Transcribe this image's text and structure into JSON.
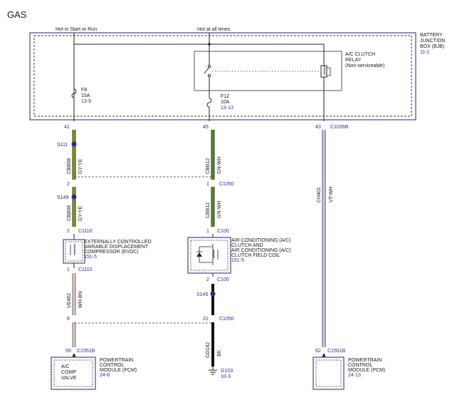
{
  "title": "GAS",
  "supply": {
    "hot_start_run": "Hot in Start or Run",
    "hot_all_times": "Hot at all times"
  },
  "bjb": {
    "line1": "BATTERY",
    "line2": "JUNCTION",
    "line3": "BOX (BJB)",
    "ref": "11-1"
  },
  "relay": {
    "line1": "A/C CLUTCH",
    "line2": "RELAY",
    "line3": "(Non-serviceable)"
  },
  "fuse_f8": {
    "name": "F8",
    "rating": "15A",
    "ref": "13-9"
  },
  "fuse_f12": {
    "name": "F12",
    "rating": "10A",
    "ref": "13-13"
  },
  "pins": {
    "p41": "41",
    "p45": "45",
    "p43": "43",
    "c1035b": "C1035B",
    "p2a": "2",
    "p1a": "1",
    "c1050a": "C1050",
    "p2b": "2",
    "c1110a": "C1110",
    "p1b": "1",
    "c100a": "C100",
    "p1c": "1",
    "c1110b": "C1110",
    "p2c": "2",
    "c100b": "C100",
    "p6": "6",
    "p21": "21",
    "c1050b": "C1050",
    "p59": "59",
    "c1551b_a": "C1551B",
    "p62": "62",
    "c1551b_b": "C1551B"
  },
  "splices": {
    "s111": "S111",
    "s149": "S149",
    "s145": "S145"
  },
  "wires": {
    "w1_circuit": "CBB08",
    "w1_color": "GY-YE",
    "w2_circuit": "CBB08",
    "w2_color": "GY-YE",
    "w3_circuit": "CBB12",
    "w3_color": "GN-WH",
    "w4_circuit": "CBB12",
    "w4_color": "GN-WH",
    "w5_circuit": "VE462",
    "w5_color": "WH-BN",
    "w6_circuit": "GD142",
    "w6_color": "BK",
    "w7_circuit": "CH401",
    "w7_color": "VT-WH"
  },
  "evdc": {
    "line1": "EXTERNALLY CONTROLLED",
    "line2": "VARIABLE DISPLACEMENT",
    "line3": "COMPRESSOR (EVDC)",
    "ref": "151-5"
  },
  "clutch": {
    "line1": "AIR CONDITIONING (A/C)",
    "line2": "CLUTCH AND",
    "line3": "AIR CONDITIONING (A/C)",
    "line4": "CLUTCH FIELD COIL",
    "ref": "151-5"
  },
  "pcm_left": {
    "line1": "POWERTRAIN",
    "line2": "CONTROL",
    "line3": "MODULE (PCM)",
    "ref": "24-8",
    "inner1": "A/C",
    "inner2": "COMP",
    "inner3": "VALVE"
  },
  "pcm_right": {
    "line1": "POWERTRAIN",
    "line2": "CONTROL",
    "line3": "MODULE (PCM)",
    "ref": "24-13"
  },
  "ground": {
    "name": "G103",
    "ref": "10-3"
  },
  "colors": {
    "gy_ye": "#8a9a2a",
    "gn_wh": "#5a8a2e",
    "wh_bn": "#b39a8e",
    "bk": "#111111",
    "vt_wh": "#8a6aa8",
    "outline": "#6e6a9e",
    "dashed": "#3a3a3a"
  }
}
